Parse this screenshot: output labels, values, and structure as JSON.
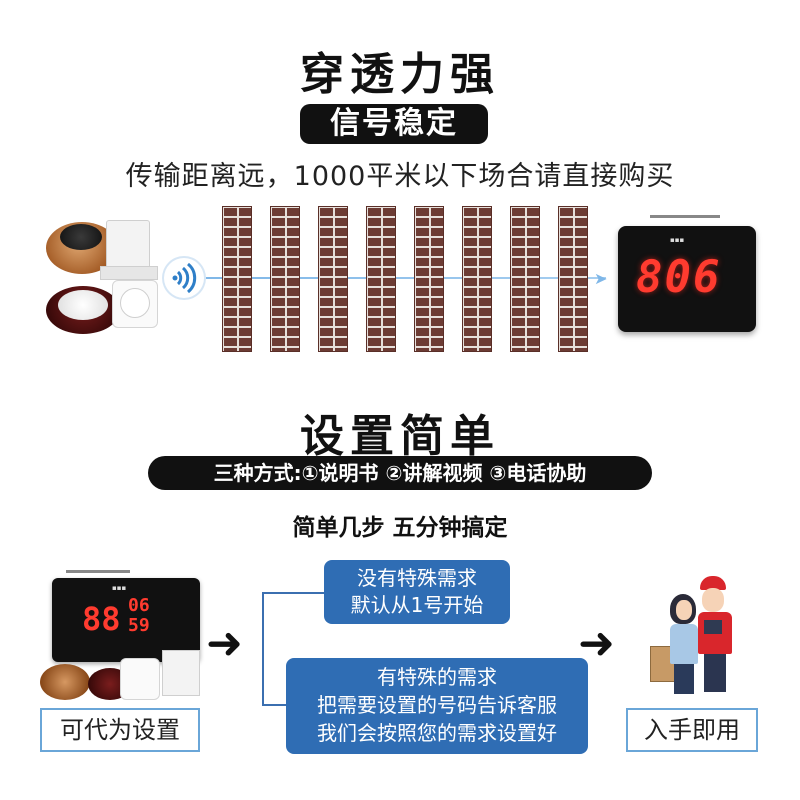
{
  "section1": {
    "title": "穿透力强",
    "pill": "信号稳定",
    "description": "传输距离远，1000平米以下场合请直接购买",
    "display_number": "806",
    "wall_count": 8,
    "signal_color": "#7fb7e8",
    "brick_color": "#6d3c34",
    "digit_color": "#ff3b2f"
  },
  "section2": {
    "title": "设置简单",
    "methods_pill": "三种方式:①说明书 ②讲解视频 ③电话协助",
    "subtitle": "简单几步 五分钟搞定",
    "device_digits_large": "88",
    "device_digits_small_top": "06",
    "device_digits_small_bottom": "59",
    "left_label": "可代为设置",
    "right_label": "入手即用",
    "option1": {
      "line1": "没有特殊需求",
      "line2": "默认从1号开始"
    },
    "option2": {
      "line1": "有特殊的需求",
      "line2": "把需要设置的号码告诉客服",
      "line3": "我们会按照您的需求设置好"
    },
    "box_color": "#2f6db4",
    "label_border_color": "#6aa6d8",
    "arrow_glyph": "➜"
  },
  "icons": {
    "wifi": "wifi-signal-icon",
    "arrow": "right-arrow-icon"
  }
}
